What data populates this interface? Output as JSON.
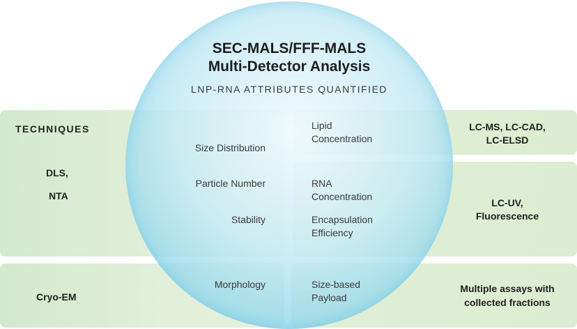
{
  "title": {
    "line1": "SEC-MALS/FFF-MALS",
    "line2": "Multi-Detector Analysis",
    "subtitle": "LNP-RNA ATTRIBUTES QUANTIFIED"
  },
  "left": {
    "heading": "TECHNIQUES",
    "techniques_top": [
      "DLS,",
      "NTA"
    ],
    "attributes_top": [
      "Size Distribution",
      "Particle Number",
      "Stability"
    ],
    "technique_bottom": "Cryo-EM",
    "attribute_bottom": "Morphology"
  },
  "right": {
    "row1": {
      "attribute": [
        "Lipid",
        "Concentration"
      ],
      "techniques": [
        "LC-MS, LC-CAD,",
        "LC-ELSD"
      ]
    },
    "row2": {
      "attribute_a": [
        "RNA",
        "Concentration"
      ],
      "attribute_b": [
        "Encapsulation",
        "Efficiency"
      ],
      "techniques": [
        "LC-UV,",
        "Fluorescence"
      ]
    },
    "row3": {
      "attribute": [
        "Size-based",
        "Payload"
      ],
      "techniques": [
        "Multiple assays with",
        "collected fractions"
      ]
    }
  },
  "colors": {
    "box_green": "#dcedd1",
    "circle_blue": "#8fd3ea",
    "text": "#2b2b2b"
  }
}
